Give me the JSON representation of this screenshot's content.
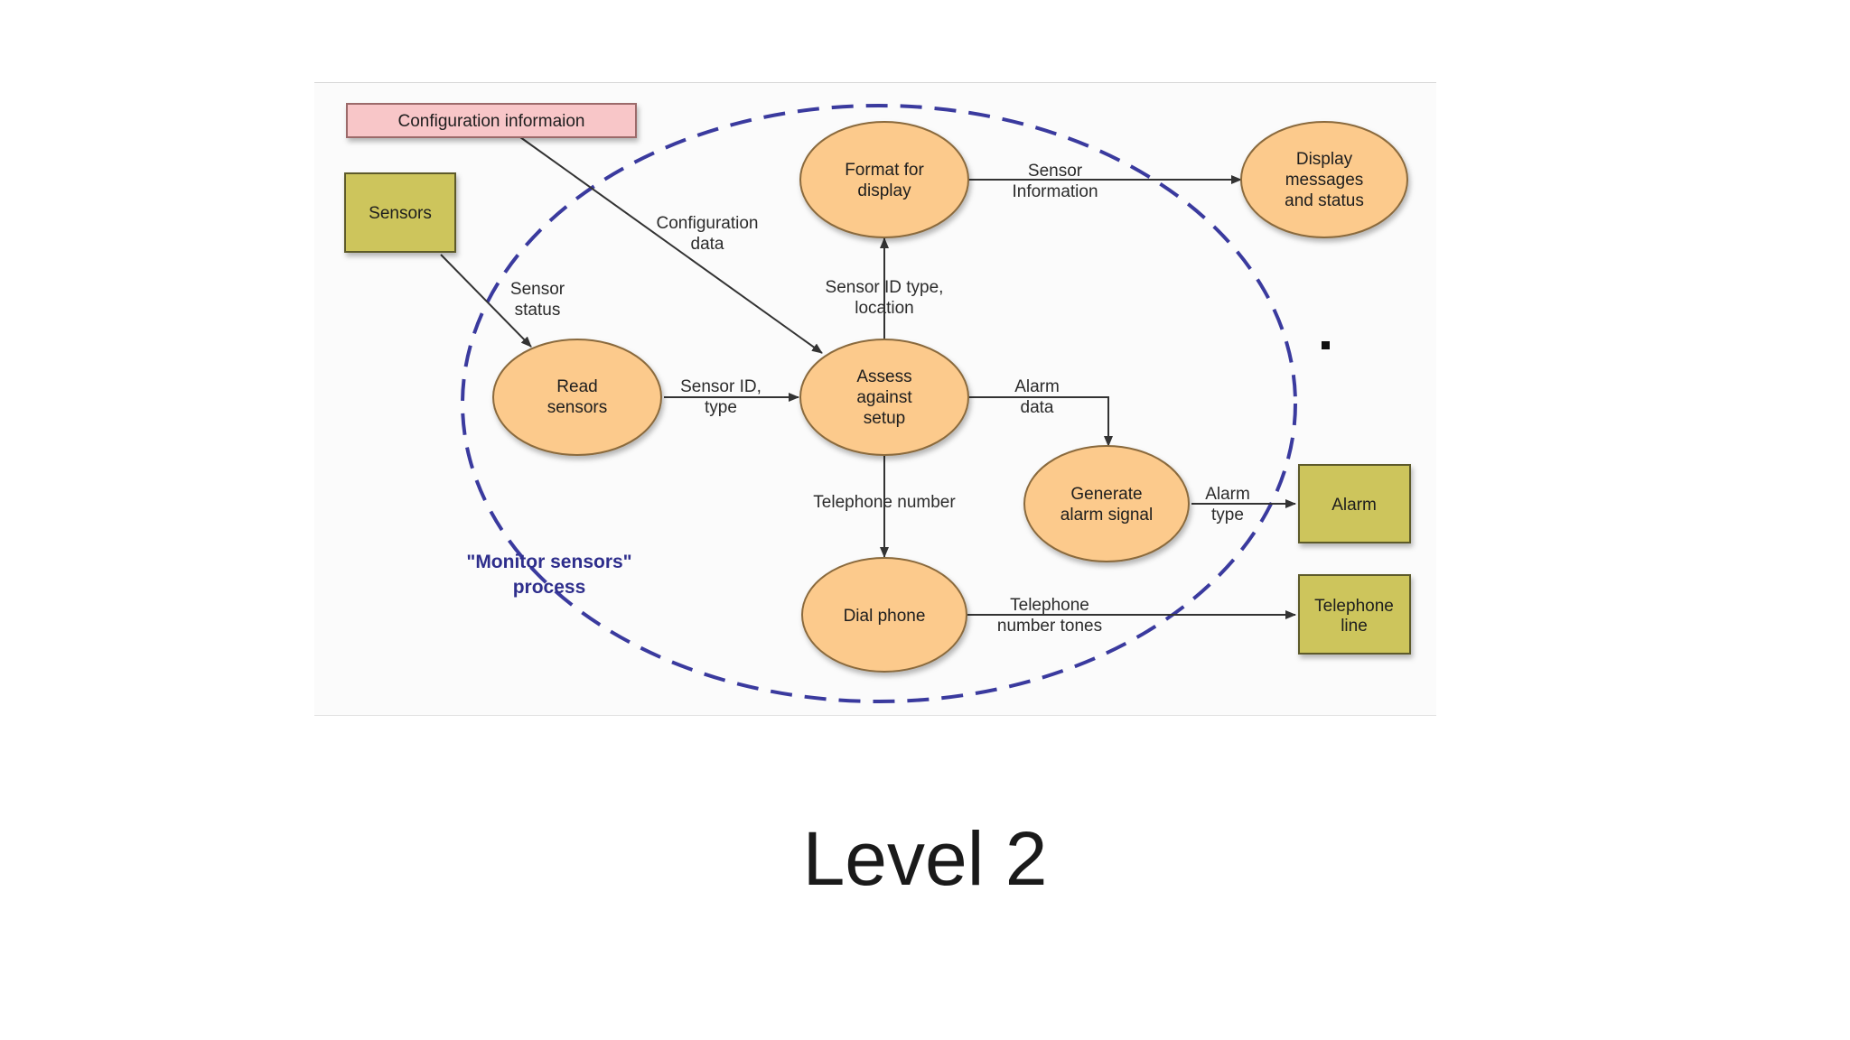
{
  "slide_title": "Level 2",
  "colors": {
    "process_fill": "#fcca8c",
    "process_stroke": "#8a6a3e",
    "terminator_fill": "#cdc55c",
    "terminator_stroke": "#5d5a2c",
    "store_fill": "#f8c6c8",
    "boundary": "#3a3a9e",
    "flow": "#333333"
  },
  "diagram": {
    "data_store": {
      "label": "Configuration informaion"
    },
    "terminators": {
      "sensors": {
        "lines": [
          "Sensors"
        ]
      },
      "alarm": {
        "lines": [
          "Alarm"
        ]
      },
      "telephone_line": {
        "lines": [
          "Telephone",
          "line"
        ]
      }
    },
    "processes": {
      "read_sensors": {
        "lines": [
          "Read",
          "sensors"
        ]
      },
      "assess": {
        "lines": [
          "Assess",
          "against",
          "setup"
        ]
      },
      "format_display": {
        "lines": [
          "Format for",
          "display"
        ]
      },
      "display_messages": {
        "lines": [
          "Display",
          "messages",
          "and status"
        ]
      },
      "generate_alarm": {
        "lines": [
          "Generate",
          "alarm signal"
        ]
      },
      "dial_phone": {
        "lines": [
          "Dial phone"
        ]
      }
    },
    "flows": {
      "sensor_status": [
        "Sensor",
        "status"
      ],
      "configuration_data": [
        "Configuration",
        "data"
      ],
      "sensor_id_type": [
        "Sensor ID,",
        "type"
      ],
      "sensor_id_type_location": [
        "Sensor ID type,",
        "location"
      ],
      "sensor_information": [
        "Sensor",
        "Information"
      ],
      "alarm_data": [
        "Alarm",
        "data"
      ],
      "alarm_type": [
        "Alarm",
        "type"
      ],
      "telephone_number": [
        "Telephone number"
      ],
      "telephone_number_tones": [
        "Telephone",
        "number tones"
      ]
    },
    "boundary": {
      "lines": [
        "\"Monitor sensors\"",
        "process"
      ]
    }
  }
}
